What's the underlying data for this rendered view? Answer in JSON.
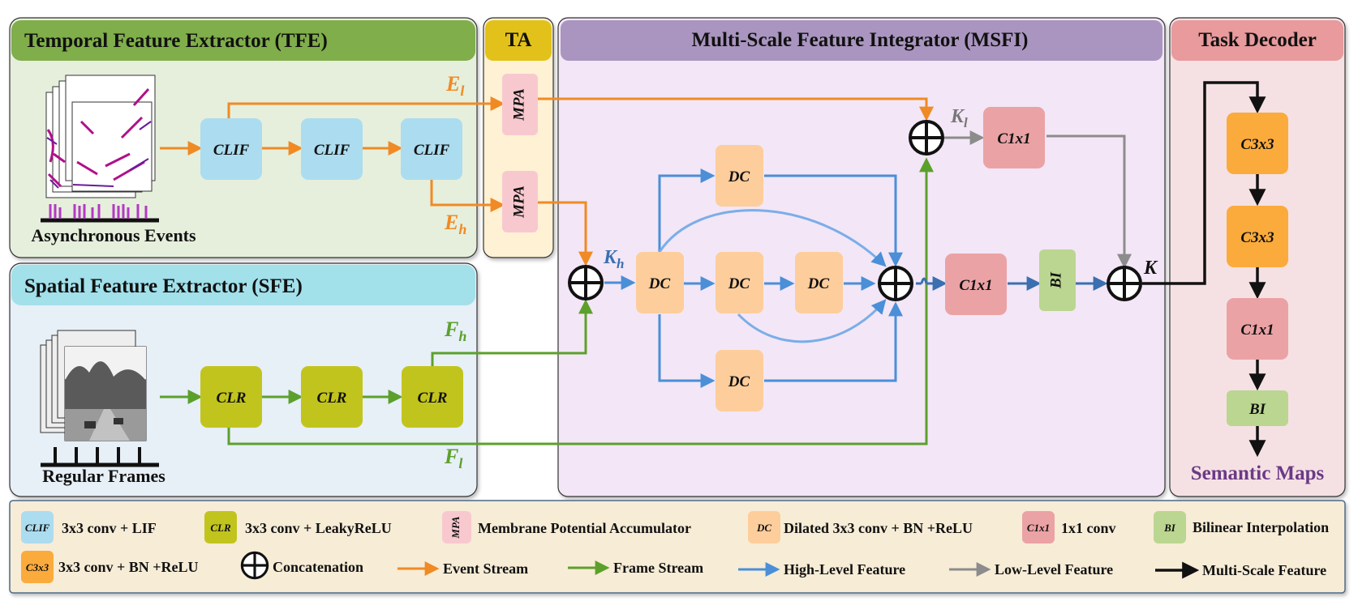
{
  "sections": {
    "tfe": "Temporal Feature Extractor (TFE)",
    "ta": "TA",
    "msfi": "Multi-Scale Feature Integrator (MSFI)",
    "decoder": "Task Decoder",
    "sfe": "Spatial Feature Extractor (SFE)"
  },
  "inputs": {
    "events": "Asynchronous Events",
    "frames": "Regular Frames"
  },
  "blocks": {
    "clif": "CLIF",
    "clr": "CLR",
    "mpa": "MPA",
    "dc": "DC",
    "c1x1": "C1x1",
    "bi": "BI",
    "c3x3": "C3x3"
  },
  "symbols": {
    "el_base": "E",
    "el_sub": "l",
    "eh_base": "E",
    "eh_sub": "h",
    "fh_base": "F",
    "fh_sub": "h",
    "fl_base": "F",
    "fl_sub": "l",
    "kh_base": "K",
    "kh_sub": "h",
    "kl_base": "K",
    "kl_sub": "l",
    "k": "K"
  },
  "output": "Semantic Maps",
  "legend": {
    "clif": "3x3 conv + LIF",
    "clr": "3x3 conv + LeakyReLU",
    "mpa": "Membrane Potential Accumulator",
    "dc": "Dilated 3x3 conv + BN +ReLU",
    "c1x1": "1x1 conv",
    "bi": "Bilinear Interpolation",
    "c3x3": "3x3 conv + BN +ReLU",
    "concat": "Concatenation",
    "event_stream": "Event Stream",
    "frame_stream": "Frame Stream",
    "high_level": "High-Level Feature",
    "low_level": "Low-Level Feature",
    "multi_scale": "Multi-Scale Feature"
  },
  "colors": {
    "tfe_panel": "#e6efdc",
    "tfe_header": "#7fae4a",
    "ta_panel": "#fff1d4",
    "ta_header": "#e2c21a",
    "msfi_panel": "#f3e6f6",
    "msfi_header": "#a995bf",
    "decoder_panel": "#f5e1e3",
    "decoder_header": "#e89a9c",
    "sfe_panel": "#e7eff7",
    "sfe_header": "#a2e0ea",
    "legend_panel": "#f7ecd6",
    "clif": "#acdcef",
    "clr": "#c2c41e",
    "mpa": "#f8c8cf",
    "dc": "#fdcd9b",
    "c1x1": "#eba2a5",
    "bi": "#bbd690",
    "c3x3": "#fbab3c",
    "event_stream": "#f08a24",
    "frame_stream": "#5ca02c",
    "high_level": "#4a8fd8",
    "low_level": "#8c8c8c",
    "multi_scale": "#111111",
    "output_text": "#6b3a86"
  }
}
